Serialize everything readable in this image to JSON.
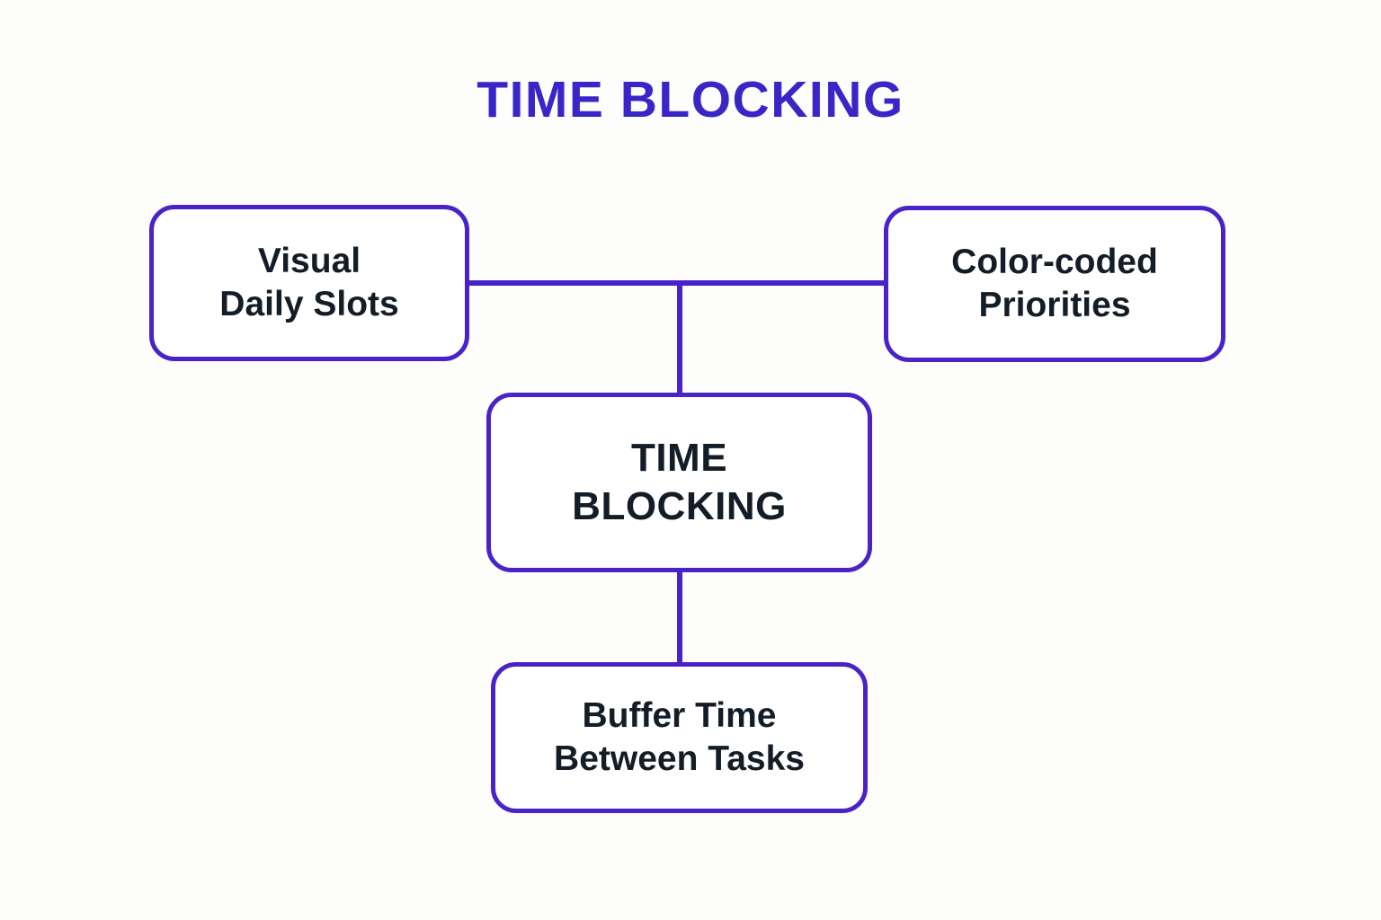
{
  "page": {
    "background_color": "#fdfdfc",
    "accent_color": "#4a22c8",
    "title_color": "#3a26c8",
    "text_color": "#131d27"
  },
  "title": {
    "text": "TIME BLOCKING"
  },
  "diagram": {
    "type": "hierarchy-map",
    "nodes": [
      {
        "id": "visual-daily-slots",
        "label": "Visual\nDaily Slots",
        "role": "branch",
        "position": "top-left"
      },
      {
        "id": "color-coded-priorities",
        "label": "Color-coded\nPriorities",
        "role": "branch",
        "position": "top-right"
      },
      {
        "id": "time-blocking-center",
        "label": "TIME\nBLOCKING",
        "role": "center",
        "position": "middle-center"
      },
      {
        "id": "buffer-time-between-tasks",
        "label": "Buffer Time\nBetween Tasks",
        "role": "branch",
        "position": "bottom-center"
      }
    ],
    "connectors": [
      {
        "from": "visual-daily-slots",
        "to": "color-coded-priorities",
        "style": "horizontal-bus"
      },
      {
        "from": "horizontal-bus",
        "to": "time-blocking-center",
        "style": "vertical-stem"
      },
      {
        "from": "time-blocking-center",
        "to": "buffer-time-between-tasks",
        "style": "vertical-stem"
      }
    ]
  }
}
